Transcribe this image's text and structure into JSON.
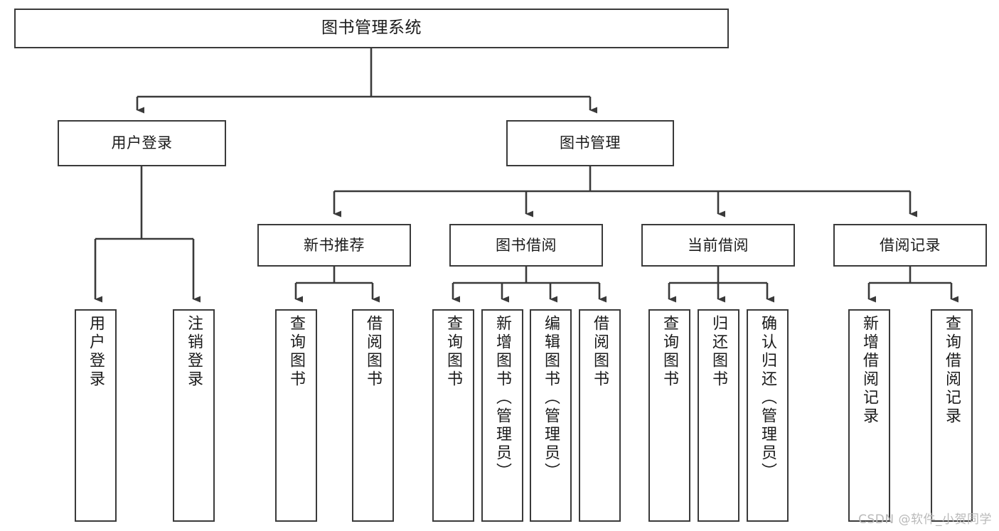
{
  "diagram": {
    "type": "tree-hierarchy",
    "title": "图书管理系统",
    "root": {
      "id": "root",
      "label": "图书管理系统"
    },
    "level1": [
      {
        "id": "user-login",
        "label": "用户登录"
      },
      {
        "id": "book-management",
        "label": "图书管理"
      }
    ],
    "level2": [
      {
        "id": "new-book-recommend",
        "label": "新书推荐",
        "parent": "book-management"
      },
      {
        "id": "book-borrow",
        "label": "图书借阅",
        "parent": "book-management"
      },
      {
        "id": "current-borrow",
        "label": "当前借阅",
        "parent": "book-management"
      },
      {
        "id": "borrow-record",
        "label": "借阅记录",
        "parent": "book-management"
      }
    ],
    "leaves": [
      {
        "id": "leaf-user-login",
        "label": "用户登录",
        "parent": "user-login"
      },
      {
        "id": "leaf-user-logout",
        "label": "注销登录",
        "parent": "user-login"
      },
      {
        "id": "leaf-query-book-1",
        "label": "查询图书",
        "parent": "new-book-recommend"
      },
      {
        "id": "leaf-borrow-book-1",
        "label": "借阅图书",
        "parent": "new-book-recommend"
      },
      {
        "id": "leaf-query-book-2",
        "label": "查询图书",
        "parent": "book-borrow"
      },
      {
        "id": "leaf-add-book",
        "label": "新增图书（管理员）",
        "parent": "book-borrow"
      },
      {
        "id": "leaf-edit-book",
        "label": "编辑图书（管理员）",
        "parent": "book-borrow"
      },
      {
        "id": "leaf-borrow-book-2",
        "label": "借阅图书",
        "parent": "book-borrow"
      },
      {
        "id": "leaf-query-book-3",
        "label": "查询图书",
        "parent": "current-borrow"
      },
      {
        "id": "leaf-return-book",
        "label": "归还图书",
        "parent": "current-borrow"
      },
      {
        "id": "leaf-confirm-return",
        "label": "确认归还（管理员）",
        "parent": "current-borrow"
      },
      {
        "id": "leaf-add-record",
        "label": "新增借阅记录",
        "parent": "borrow-record"
      },
      {
        "id": "leaf-query-record",
        "label": "查询借阅记录",
        "parent": "borrow-record"
      }
    ]
  },
  "watermark": {
    "text": "CSDN @软件_小贺同学"
  },
  "colors": {
    "stroke": "#3a3a3a",
    "box_fill": "#ffffff",
    "text": "#1b1b1b",
    "watermark": "#b9b9b9",
    "background": "#ffffff"
  }
}
